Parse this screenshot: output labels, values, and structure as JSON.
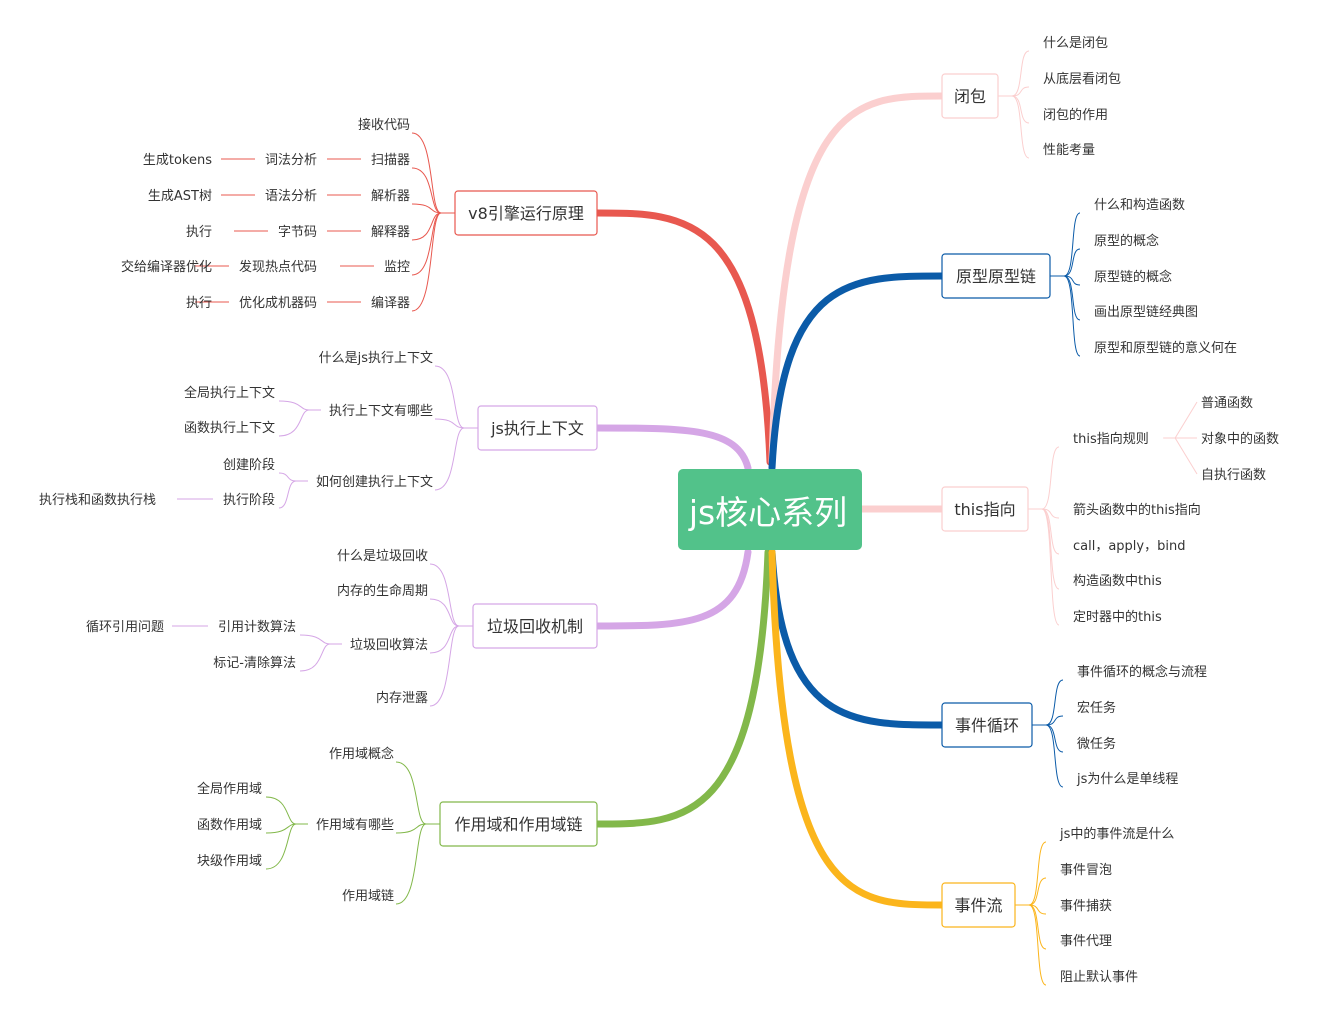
{
  "center": {
    "text": "js核心系列",
    "color": "#52c28a"
  },
  "branches": [
    {
      "id": "v8",
      "title": "v8引擎运行原理",
      "color": "#e8584f",
      "children": [
        {
          "text": "接收代码"
        },
        {
          "text": "扫描器",
          "children": [
            {
              "text": "词法分析",
              "children": [
                {
                  "text": "生成tokens"
                }
              ]
            }
          ]
        },
        {
          "text": "解析器",
          "children": [
            {
              "text": "语法分析",
              "children": [
                {
                  "text": "生成AST树"
                }
              ]
            }
          ]
        },
        {
          "text": "解释器",
          "children": [
            {
              "text": "字节码",
              "children": [
                {
                  "text": "执行"
                }
              ]
            }
          ]
        },
        {
          "text": "监控",
          "children": [
            {
              "text": "发现热点代码",
              "children": [
                {
                  "text": "交给编译器优化"
                }
              ]
            }
          ]
        },
        {
          "text": "编译器",
          "children": [
            {
              "text": "优化成机器码",
              "children": [
                {
                  "text": "执行"
                }
              ]
            }
          ]
        }
      ]
    },
    {
      "id": "context",
      "title": "js执行上下文",
      "color": "#d5a6e6",
      "children": [
        {
          "text": "什么是js执行上下文"
        },
        {
          "text": "执行上下文有哪些",
          "children": [
            {
              "text": "全局执行上下文"
            },
            {
              "text": "函数执行上下文"
            }
          ]
        },
        {
          "text": "如何创建执行上下文",
          "children": [
            {
              "text": "创建阶段"
            },
            {
              "text": "执行阶段",
              "children": [
                {
                  "text": "执行栈和函数执行栈"
                }
              ]
            }
          ]
        }
      ]
    },
    {
      "id": "gc",
      "title": "垃圾回收机制",
      "color": "#d5a6e6",
      "children": [
        {
          "text": "什么是垃圾回收"
        },
        {
          "text": "内存的生命周期"
        },
        {
          "text": "垃圾回收算法",
          "children": [
            {
              "text": "引用计数算法",
              "children": [
                {
                  "text": "循环引用问题"
                }
              ]
            },
            {
              "text": "标记-清除算法"
            }
          ]
        },
        {
          "text": "内存泄露"
        }
      ]
    },
    {
      "id": "scope",
      "title": "作用域和作用域链",
      "color": "#82b84a",
      "children": [
        {
          "text": "作用域概念"
        },
        {
          "text": "作用域有哪些",
          "children": [
            {
              "text": "全局作用域"
            },
            {
              "text": "函数作用域"
            },
            {
              "text": "块级作用域"
            }
          ]
        },
        {
          "text": "作用域链"
        }
      ]
    },
    {
      "id": "closure",
      "title": "闭包",
      "color": "#fbcfcf",
      "children": [
        {
          "text": "什么是闭包"
        },
        {
          "text": "从底层看闭包"
        },
        {
          "text": "闭包的作用"
        },
        {
          "text": "性能考量"
        }
      ]
    },
    {
      "id": "proto",
      "title": "原型原型链",
      "color": "#0b5ba8",
      "children": [
        {
          "text": "什么和构造函数"
        },
        {
          "text": "原型的概念"
        },
        {
          "text": "原型链的概念"
        },
        {
          "text": "画出原型链经典图"
        },
        {
          "text": "原型和原型链的意义何在"
        }
      ]
    },
    {
      "id": "this",
      "title": "this指向",
      "color": "#fbcfcf",
      "children": [
        {
          "text": "this指向规则",
          "children": [
            {
              "text": "普通函数"
            },
            {
              "text": "对象中的函数"
            },
            {
              "text": "自执行函数"
            }
          ]
        },
        {
          "text": "箭头函数中的this指向"
        },
        {
          "text": "call，apply，bind"
        },
        {
          "text": "构造函数中this"
        },
        {
          "text": "定时器中的this"
        }
      ]
    },
    {
      "id": "loop",
      "title": "事件循环",
      "color": "#0b5ba8",
      "children": [
        {
          "text": "事件循环的概念与流程"
        },
        {
          "text": "宏任务"
        },
        {
          "text": "微任务"
        },
        {
          "text": "js为什么是单线程"
        }
      ]
    },
    {
      "id": "flow",
      "title": "事件流",
      "color": "#fbb51c",
      "children": [
        {
          "text": "js中的事件流是什么"
        },
        {
          "text": "事件冒泡"
        },
        {
          "text": "事件捕获"
        },
        {
          "text": "事件代理"
        },
        {
          "text": "阻止默认事件"
        }
      ]
    }
  ]
}
